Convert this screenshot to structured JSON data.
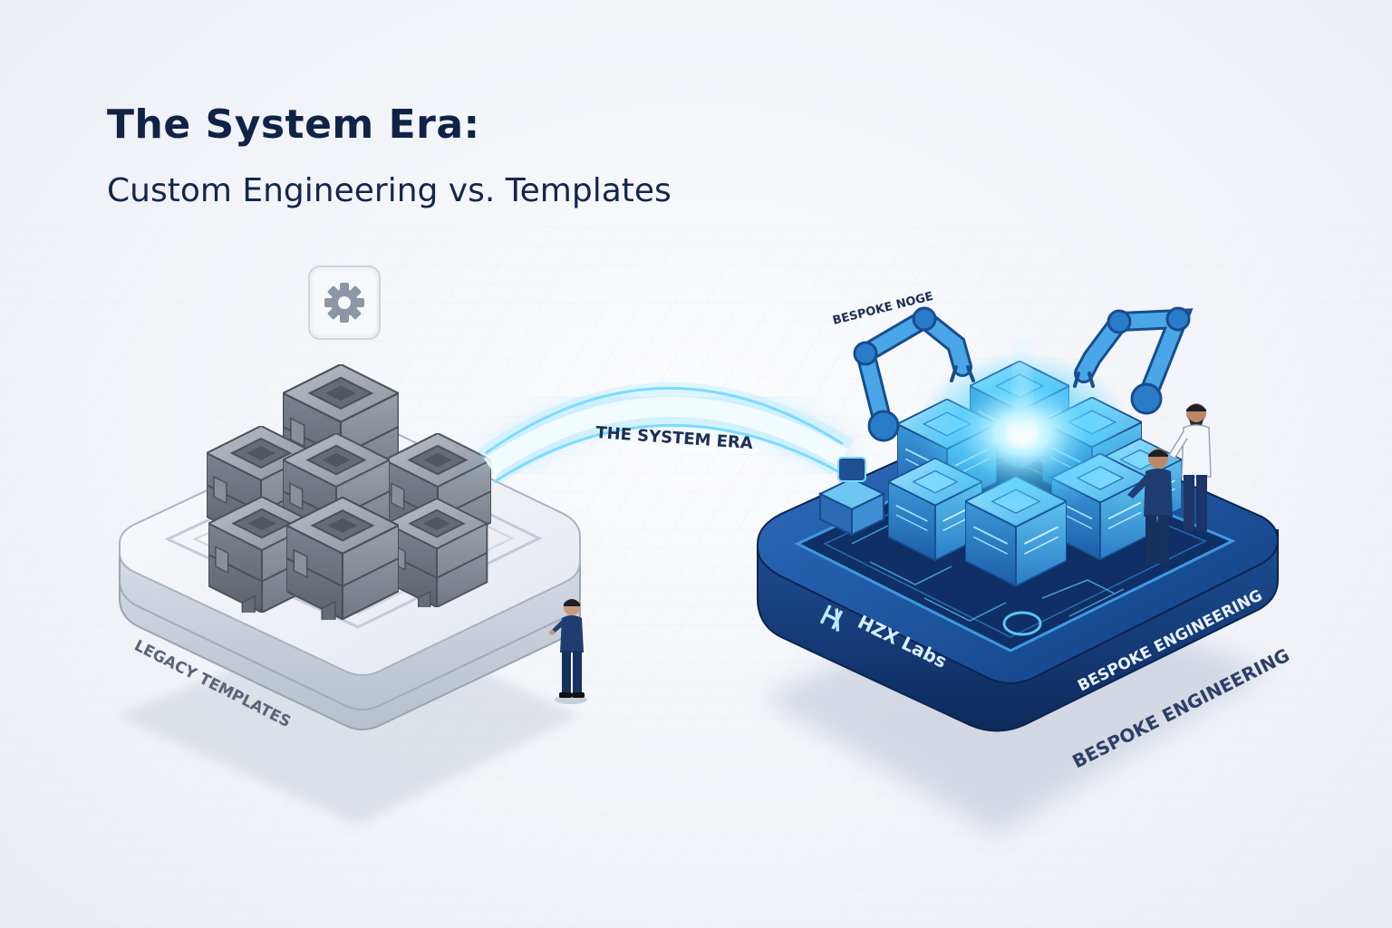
{
  "header": {
    "title": "The System Era:",
    "subtitle": "Custom Engineering vs. Templates"
  },
  "left_platform": {
    "label": "LEGACY TEMPLATES",
    "icon": "gear-icon"
  },
  "connector": {
    "label": "THE SYSTEM ERA"
  },
  "right_platform": {
    "top_label": "BESPOKE NOGE",
    "brand": "HZX Labs",
    "brand_mark": "logo-mark",
    "side_label": "BESPOKE ENGINEERING",
    "floor_label": "BESPOKE ENGINEERING"
  },
  "colors": {
    "title": "#0f2347",
    "template_block": "#7b818c",
    "platform_light": "#e6e9f0",
    "platform_dark": "#163a74",
    "glow": "#4fd0ff"
  }
}
